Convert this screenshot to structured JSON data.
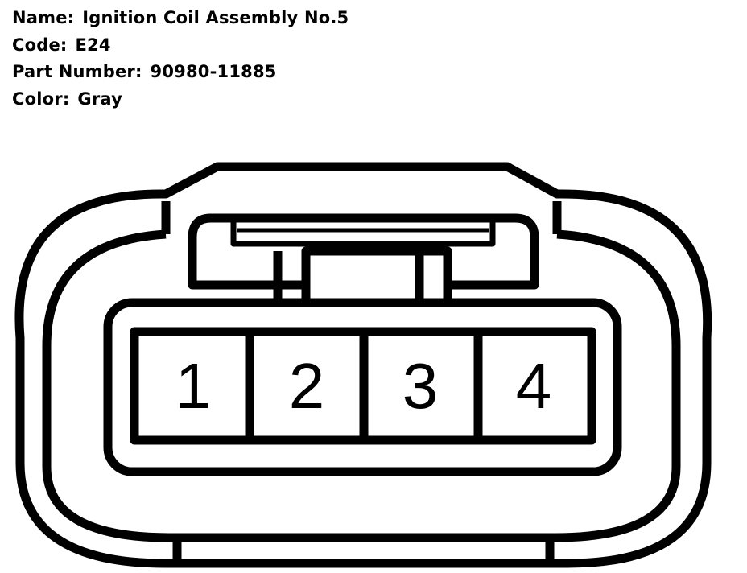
{
  "info": {
    "name_label": "Name:",
    "name_value": "Ignition Coil Assembly No.5",
    "code_label": "Code:",
    "code_value": "E24",
    "part_number_label": "Part Number:",
    "part_number_value": "90980-11885",
    "color_label": "Color:",
    "color_value": "Gray"
  },
  "connector": {
    "pins": [
      "1",
      "2",
      "3",
      "4"
    ],
    "stroke_color": "#000000",
    "fill_color": "#ffffff"
  }
}
